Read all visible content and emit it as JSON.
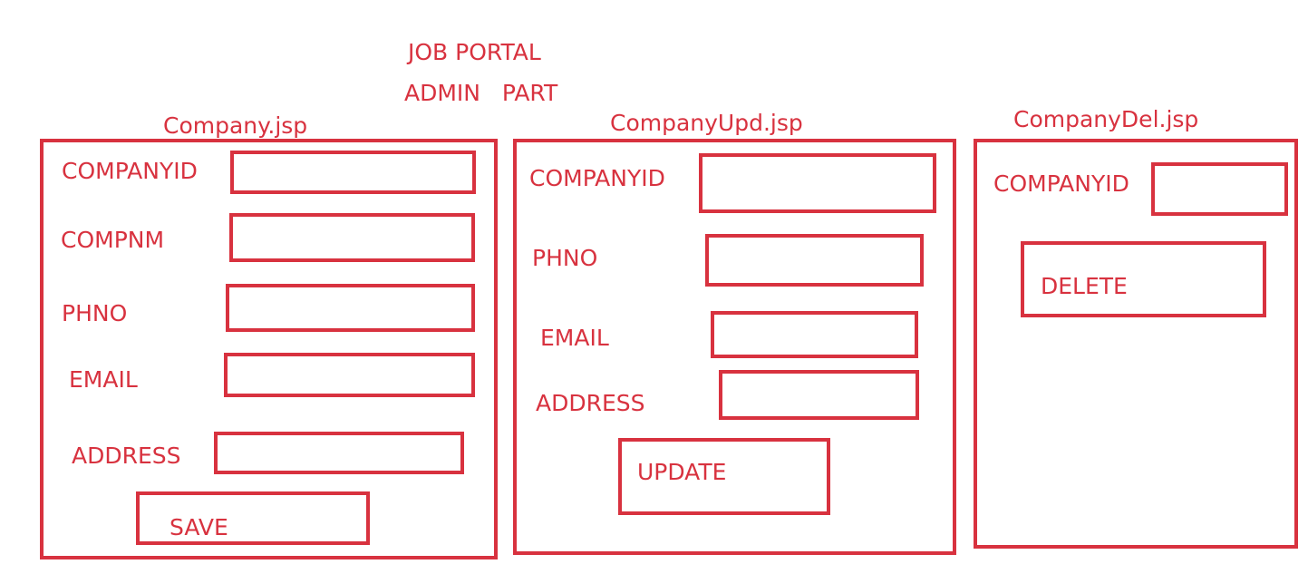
{
  "header": {
    "title": "JOB PORTAL",
    "subtitle": "ADMIN   PART"
  },
  "company": {
    "page_label": "Company.jsp",
    "fields": [
      "COMPANYID",
      "COMPNM",
      "PHNO",
      "EMAIL",
      "ADDRESS"
    ],
    "button": "SAVE"
  },
  "company_upd": {
    "page_label": "CompanyUpd.jsp",
    "fields": [
      "COMPANYID",
      "PHNO",
      "EMAIL",
      "ADDRESS"
    ],
    "button": "UPDATE"
  },
  "company_del": {
    "page_label": "CompanyDel.jsp",
    "fields": [
      "COMPANYID"
    ],
    "button": "DELETE"
  },
  "colors": {
    "stroke": "#d8323f",
    "background": "#ffffff"
  }
}
